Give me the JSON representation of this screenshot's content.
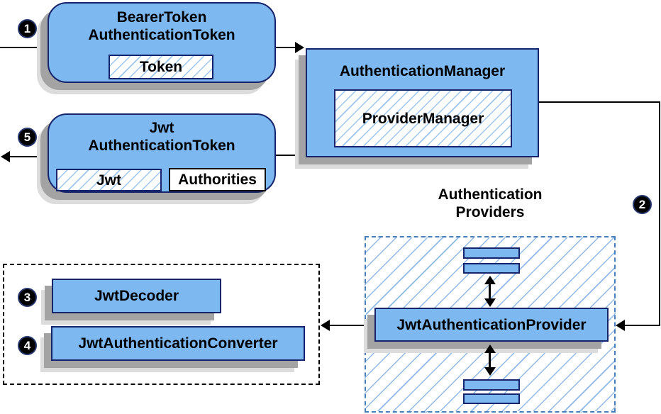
{
  "badges": {
    "step1": "1",
    "step2": "2",
    "step3": "3",
    "step4": "4",
    "step5": "5"
  },
  "bearer_token_box": {
    "title_line1": "BearerToken",
    "title_line2": "AuthenticationToken",
    "token_field": "Token"
  },
  "authentication_manager_box": {
    "title": "AuthenticationManager",
    "provider_manager_field": "ProviderManager"
  },
  "jwt_authentication_token_box": {
    "title_line1": "Jwt",
    "title_line2": "AuthenticationToken",
    "jwt_field": "Jwt",
    "authorities_field": "Authorities"
  },
  "authentication_providers_group": {
    "label_line1": "Authentication",
    "label_line2": "Providers",
    "provider_box_label": "JwtAuthenticationProvider"
  },
  "converter_group": {
    "jwt_decoder_label": "JwtDecoder",
    "jwt_authentication_converter_label": "JwtAuthenticationConverter"
  },
  "colors": {
    "box_fill": "#7db8f0",
    "box_border": "#15246b",
    "hatch_line": "#9cc6ee",
    "providers_dash_border": "#4a7ebb",
    "black_dash_border": "#000000",
    "shadow_dark": "#a3a3a3",
    "shadow_light": "#dcdcdc",
    "arrow": "#000000"
  }
}
